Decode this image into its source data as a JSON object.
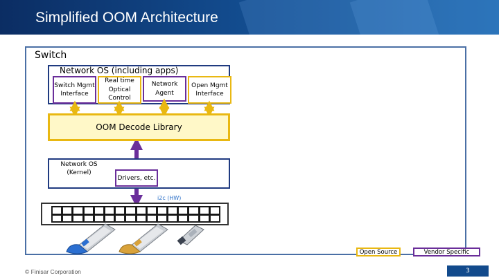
{
  "header": {
    "title": "Simplified OOM Architecture"
  },
  "diagram": {
    "switch_label": "Switch",
    "network_os_label": "Network OS (including apps)",
    "apps": {
      "switch_mgmt": "Switch Mgmt Interface",
      "realtime": "Real time Optical Control",
      "network_agent": "Network Agent",
      "open_mgmt": "Open Mgmt Interface"
    },
    "library_label": "OOM Decode Library",
    "kernel_label": "Network OS (Kernel)",
    "drivers_label": "Drivers, etc.",
    "i2c_label": "i2c (HW)",
    "colors": {
      "purple": "#6a2e9a",
      "yellow": "#e9b812",
      "navy": "#1f3a80"
    }
  },
  "legend": {
    "open_source": "Open Source",
    "vendor_specific": "Vendor Specific"
  },
  "footer": {
    "copyright": "© Finisar Corporation",
    "page_number": "3"
  }
}
